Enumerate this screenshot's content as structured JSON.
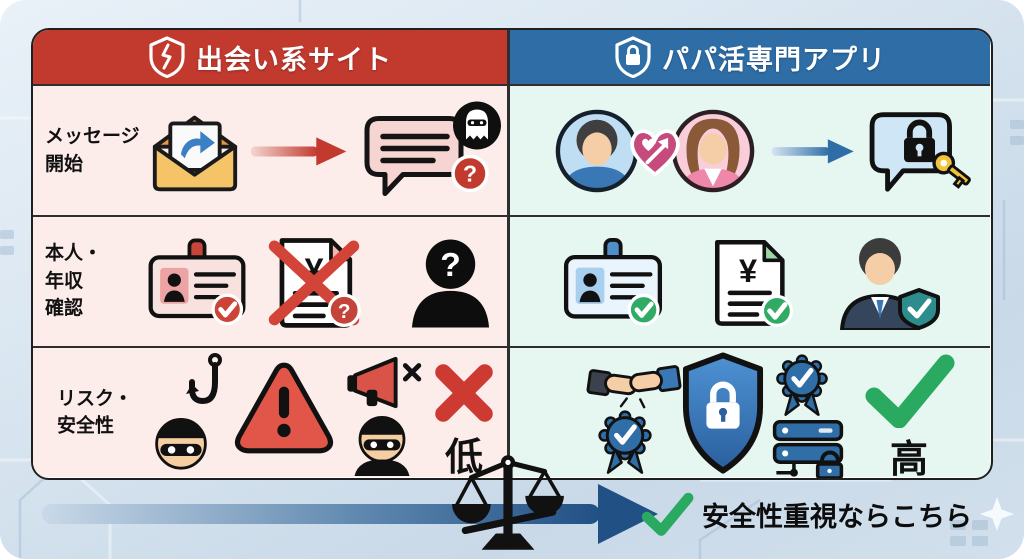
{
  "header": {
    "left": {
      "title": "出会い系サイト",
      "icon": "broken-shield-icon",
      "color": "#c2392e"
    },
    "right": {
      "title": "パパ活専門アプリ",
      "icon": "lock-shield-icon",
      "color": "#2e6da6"
    }
  },
  "rows": [
    {
      "label": "メッセージ\n開始",
      "left_icons": [
        "open-mail-icon",
        "red-arrow-icon",
        "anonymous-chat-question-icon"
      ],
      "right_icons": [
        "male-avatar-icon",
        "heart-match-icon",
        "female-avatar-icon",
        "blue-arrow-icon",
        "secure-chat-key-icon"
      ]
    },
    {
      "label": "本人・\n年収\n確認",
      "left_icons": [
        "id-card-check-red-icon",
        "income-doc-crossed-icon",
        "unknown-person-icon"
      ],
      "right_icons": [
        "id-card-verified-icon",
        "income-doc-verified-icon",
        "businessman-shield-icon"
      ]
    },
    {
      "label": "リスク・\n安全性",
      "left_icons": [
        "phishing-hook-icon",
        "masked-scammer-icon",
        "warning-triangle-icon",
        "muted-megaphone-icon",
        "masked-scammer-body-icon",
        "red-cross-icon"
      ],
      "right_icons": [
        "handshake-icon",
        "certified-badge-icon",
        "security-shield-lock-icon",
        "certified-badge-icon",
        "secure-server-lock-icon",
        "green-check-icon"
      ],
      "left_rating": "低",
      "right_rating": "高"
    }
  ],
  "glyphs": {
    "yen": "¥",
    "question": "?"
  },
  "footer": {
    "conclusion": "安全性重視ならこちら",
    "icons": [
      "balance-scale-icon",
      "blue-gradient-arrow-icon",
      "green-check-icon",
      "sparkle-icon"
    ]
  },
  "colors": {
    "header_red": "#c2392e",
    "header_blue": "#2e6da6",
    "cell_pink": "#fcecea",
    "cell_mint": "#e6f6f0",
    "accent_red": "#cc3a32",
    "accent_green": "#2aa961",
    "accent_blue": "#2f6ea6",
    "key_yellow": "#f2c238",
    "background": "#d8e5f0",
    "border": "#1f1f1f"
  }
}
